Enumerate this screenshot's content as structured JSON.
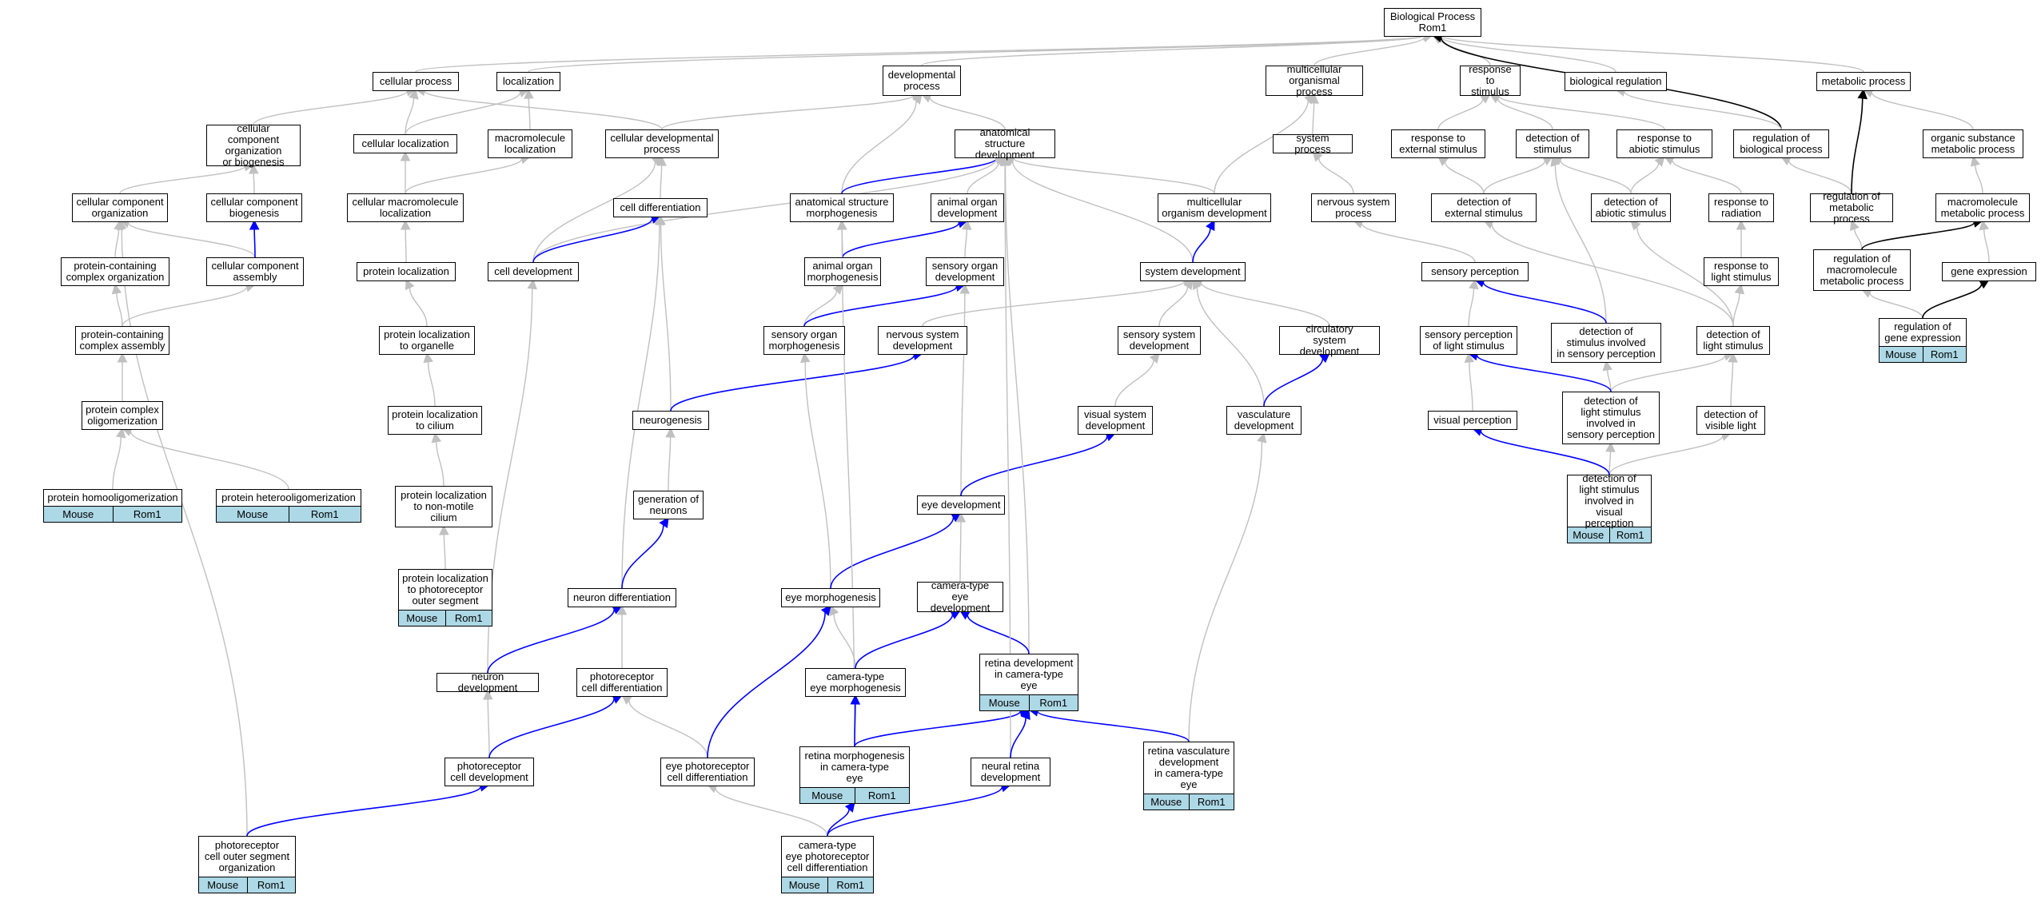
{
  "diagram": {
    "nodes": [
      {
        "id": "bp",
        "label": "Biological Process\nRom1"
      },
      {
        "id": "cp",
        "label": "cellular process"
      },
      {
        "id": "loc",
        "label": "localization"
      },
      {
        "id": "devp",
        "label": "developmental\nprocess"
      },
      {
        "id": "mop",
        "label": "multicellular\norganismal process"
      },
      {
        "id": "rts",
        "label": "response to\nstimulus"
      },
      {
        "id": "breg",
        "label": "biological regulation"
      },
      {
        "id": "mp",
        "label": "metabolic process"
      },
      {
        "id": "ccob",
        "label": "cellular component\norganization\nor biogenesis"
      },
      {
        "id": "cloc",
        "label": "cellular localization"
      },
      {
        "id": "mloc",
        "label": "macromolecule\nlocalization"
      },
      {
        "id": "cdp",
        "label": "cellular developmental\nprocess"
      },
      {
        "id": "asd",
        "label": "anatomical structure\ndevelopment"
      },
      {
        "id": "sysp",
        "label": "system process"
      },
      {
        "id": "rtes",
        "label": "response to\nexternal stimulus"
      },
      {
        "id": "dos",
        "label": "detection of\nstimulus"
      },
      {
        "id": "rtas",
        "label": "response to\nabiotic stimulus"
      },
      {
        "id": "rbp",
        "label": "regulation of\nbiological process"
      },
      {
        "id": "osmp",
        "label": "organic substance\nmetabolic process"
      },
      {
        "id": "cco",
        "label": "cellular component\norganization"
      },
      {
        "id": "ccb",
        "label": "cellular component\nbiogenesis"
      },
      {
        "id": "cml",
        "label": "cellular macromolecule\nlocalization"
      },
      {
        "id": "cdiff",
        "label": "cell differentiation"
      },
      {
        "id": "asm",
        "label": "anatomical structure\nmorphogenesis"
      },
      {
        "id": "aod",
        "label": "animal organ\ndevelopment"
      },
      {
        "id": "mod",
        "label": "multicellular\norganism development"
      },
      {
        "id": "nsp",
        "label": "nervous system\nprocess"
      },
      {
        "id": "does",
        "label": "detection of\nexternal stimulus"
      },
      {
        "id": "doas",
        "label": "detection of\nabiotic stimulus"
      },
      {
        "id": "rtr",
        "label": "response to\nradiation"
      },
      {
        "id": "rmp",
        "label": "regulation of\nmetabolic process"
      },
      {
        "id": "mmp",
        "label": "macromolecule\nmetabolic process"
      },
      {
        "id": "pcco",
        "label": "protein-containing\ncomplex organization"
      },
      {
        "id": "cca",
        "label": "cellular component\nassembly"
      },
      {
        "id": "ploc",
        "label": "protein localization"
      },
      {
        "id": "celld",
        "label": "cell development"
      },
      {
        "id": "aom",
        "label": "animal organ\nmorphogenesis"
      },
      {
        "id": "sod",
        "label": "sensory organ\ndevelopment"
      },
      {
        "id": "sysd",
        "label": "system development"
      },
      {
        "id": "sperc",
        "label": "sensory perception"
      },
      {
        "id": "rtls",
        "label": "response to\nlight stimulus"
      },
      {
        "id": "rmmp",
        "label": "regulation of\nmacromolecule\nmetabolic process"
      },
      {
        "id": "gexp",
        "label": "gene expression"
      },
      {
        "id": "pcca",
        "label": "protein-containing\ncomplex assembly"
      },
      {
        "id": "pltoo",
        "label": "protein localization\nto organelle"
      },
      {
        "id": "som",
        "label": "sensory organ\nmorphogenesis"
      },
      {
        "id": "nsd",
        "label": "nervous system\ndevelopment"
      },
      {
        "id": "ssd",
        "label": "sensory system\ndevelopment"
      },
      {
        "id": "csd",
        "label": "circulatory\nsystem development"
      },
      {
        "id": "spls",
        "label": "sensory perception\nof light stimulus"
      },
      {
        "id": "dsisp",
        "label": "detection of\nstimulus involved\nin sensory perception"
      },
      {
        "id": "dols",
        "label": "detection of\nlight stimulus"
      },
      {
        "id": "rge",
        "label": "regulation of\ngene expression",
        "ann": [
          "Mouse",
          "Rom1"
        ]
      },
      {
        "id": "pco",
        "label": "protein complex\noligomerization"
      },
      {
        "id": "pltc",
        "label": "protein localization\nto cilium"
      },
      {
        "id": "ngen",
        "label": "neurogenesis"
      },
      {
        "id": "vsd",
        "label": "visual system\ndevelopment"
      },
      {
        "id": "vasd",
        "label": "vasculature\ndevelopment"
      },
      {
        "id": "vperc",
        "label": "visual perception"
      },
      {
        "id": "dlsisp",
        "label": "detection of\nlight stimulus\ninvolved in\nsensory perception"
      },
      {
        "id": "dovl",
        "label": "detection of\nvisible light"
      },
      {
        "id": "phomo",
        "label": "protein homooligomerization",
        "ann": [
          "Mouse",
          "Rom1"
        ]
      },
      {
        "id": "phet",
        "label": "protein heterooligomerization",
        "ann": [
          "Mouse",
          "Rom1"
        ]
      },
      {
        "id": "pltnmc",
        "label": "protein localization\nto non-motile\ncilium"
      },
      {
        "id": "gon",
        "label": "generation of\nneurons"
      },
      {
        "id": "eyed",
        "label": "eye development"
      },
      {
        "id": "dlsivp",
        "label": "detection of\nlight stimulus\ninvolved in\nvisual perception",
        "ann": [
          "Mouse",
          "Rom1"
        ]
      },
      {
        "id": "pltpos",
        "label": "protein localization\nto photoreceptor\nouter segment",
        "ann": [
          "Mouse",
          "Rom1"
        ]
      },
      {
        "id": "ndiff",
        "label": "neuron differentiation"
      },
      {
        "id": "eyem",
        "label": "eye morphogenesis"
      },
      {
        "id": "cted",
        "label": "camera-type\neye development"
      },
      {
        "id": "ndev",
        "label": "neuron development"
      },
      {
        "id": "pcdiff",
        "label": "photoreceptor\ncell differentiation"
      },
      {
        "id": "ctem",
        "label": "camera-type\neye morphogenesis"
      },
      {
        "id": "rdcte",
        "label": "retina development\nin camera-type\neye",
        "ann": [
          "Mouse",
          "Rom1"
        ]
      },
      {
        "id": "pcdev",
        "label": "photoreceptor\ncell development"
      },
      {
        "id": "epcd",
        "label": "eye photoreceptor\ncell differentiation"
      },
      {
        "id": "rmcte",
        "label": "retina morphogenesis\nin camera-type\neye",
        "ann": [
          "Mouse",
          "Rom1"
        ]
      },
      {
        "id": "nrd",
        "label": "neural retina\ndevelopment"
      },
      {
        "id": "rvd",
        "label": "retina vasculature\ndevelopment\nin camera-type\neye",
        "ann": [
          "Mouse",
          "Rom1"
        ]
      },
      {
        "id": "pcoso",
        "label": "photoreceptor\ncell outer segment\norganization",
        "ann": [
          "Mouse",
          "Rom1"
        ]
      },
      {
        "id": "ctepcd",
        "label": "camera-type\neye photoreceptor\ncell differentiation",
        "ann": [
          "Mouse",
          "Rom1"
        ]
      }
    ],
    "edges": [
      {
        "from": "cp",
        "to": "bp",
        "kind": "is_a"
      },
      {
        "from": "loc",
        "to": "bp",
        "kind": "is_a"
      },
      {
        "from": "devp",
        "to": "bp",
        "kind": "is_a"
      },
      {
        "from": "mop",
        "to": "bp",
        "kind": "is_a"
      },
      {
        "from": "rts",
        "to": "bp",
        "kind": "is_a"
      },
      {
        "from": "breg",
        "to": "bp",
        "kind": "is_a"
      },
      {
        "from": "mp",
        "to": "bp",
        "kind": "is_a"
      },
      {
        "from": "rbp",
        "to": "bp",
        "kind": "regulates"
      },
      {
        "from": "ccob",
        "to": "cp",
        "kind": "is_a"
      },
      {
        "from": "cloc",
        "to": "loc",
        "kind": "is_a"
      },
      {
        "from": "cloc",
        "to": "cp",
        "kind": "is_a"
      },
      {
        "from": "mloc",
        "to": "loc",
        "kind": "is_a"
      },
      {
        "from": "cdp",
        "to": "cp",
        "kind": "is_a"
      },
      {
        "from": "cdp",
        "to": "devp",
        "kind": "is_a"
      },
      {
        "from": "asd",
        "to": "devp",
        "kind": "is_a"
      },
      {
        "from": "sysp",
        "to": "mop",
        "kind": "is_a"
      },
      {
        "from": "rtes",
        "to": "rts",
        "kind": "is_a"
      },
      {
        "from": "dos",
        "to": "rts",
        "kind": "is_a"
      },
      {
        "from": "rtas",
        "to": "rts",
        "kind": "is_a"
      },
      {
        "from": "rbp",
        "to": "breg",
        "kind": "is_a"
      },
      {
        "from": "osmp",
        "to": "mp",
        "kind": "is_a"
      },
      {
        "from": "cco",
        "to": "ccob",
        "kind": "is_a"
      },
      {
        "from": "ccb",
        "to": "ccob",
        "kind": "is_a"
      },
      {
        "from": "cml",
        "to": "cloc",
        "kind": "is_a"
      },
      {
        "from": "cml",
        "to": "mloc",
        "kind": "is_a"
      },
      {
        "from": "cdiff",
        "to": "cdp",
        "kind": "is_a"
      },
      {
        "from": "asm",
        "to": "devp",
        "kind": "is_a"
      },
      {
        "from": "asm",
        "to": "asd",
        "kind": "part_of"
      },
      {
        "from": "aod",
        "to": "asd",
        "kind": "is_a"
      },
      {
        "from": "mod",
        "to": "asd",
        "kind": "is_a"
      },
      {
        "from": "mod",
        "to": "mop",
        "kind": "is_a"
      },
      {
        "from": "nsp",
        "to": "sysp",
        "kind": "is_a"
      },
      {
        "from": "does",
        "to": "rtes",
        "kind": "is_a"
      },
      {
        "from": "does",
        "to": "dos",
        "kind": "is_a"
      },
      {
        "from": "doas",
        "to": "dos",
        "kind": "is_a"
      },
      {
        "from": "doas",
        "to": "rtas",
        "kind": "is_a"
      },
      {
        "from": "rtr",
        "to": "rtas",
        "kind": "is_a"
      },
      {
        "from": "rmp",
        "to": "rbp",
        "kind": "is_a"
      },
      {
        "from": "rmp",
        "to": "mp",
        "kind": "regulates"
      },
      {
        "from": "mmp",
        "to": "osmp",
        "kind": "is_a"
      },
      {
        "from": "pcco",
        "to": "cco",
        "kind": "is_a"
      },
      {
        "from": "cca",
        "to": "cco",
        "kind": "is_a"
      },
      {
        "from": "cca",
        "to": "ccb",
        "kind": "part_of"
      },
      {
        "from": "ploc",
        "to": "cml",
        "kind": "is_a"
      },
      {
        "from": "celld",
        "to": "cdp",
        "kind": "is_a"
      },
      {
        "from": "celld",
        "to": "asd",
        "kind": "is_a"
      },
      {
        "from": "celld",
        "to": "cdiff",
        "kind": "part_of"
      },
      {
        "from": "aom",
        "to": "asm",
        "kind": "is_a"
      },
      {
        "from": "aom",
        "to": "aod",
        "kind": "part_of"
      },
      {
        "from": "sod",
        "to": "aod",
        "kind": "is_a"
      },
      {
        "from": "sysd",
        "to": "asd",
        "kind": "is_a"
      },
      {
        "from": "sysd",
        "to": "mod",
        "kind": "part_of"
      },
      {
        "from": "sperc",
        "to": "nsp",
        "kind": "is_a"
      },
      {
        "from": "rtls",
        "to": "rtr",
        "kind": "is_a"
      },
      {
        "from": "rmmp",
        "to": "rmp",
        "kind": "is_a"
      },
      {
        "from": "rmmp",
        "to": "mmp",
        "kind": "regulates"
      },
      {
        "from": "gexp",
        "to": "mmp",
        "kind": "is_a"
      },
      {
        "from": "pcca",
        "to": "pcco",
        "kind": "is_a"
      },
      {
        "from": "pcca",
        "to": "cca",
        "kind": "is_a"
      },
      {
        "from": "pltoo",
        "to": "ploc",
        "kind": "is_a"
      },
      {
        "from": "som",
        "to": "aom",
        "kind": "is_a"
      },
      {
        "from": "som",
        "to": "sod",
        "kind": "part_of"
      },
      {
        "from": "nsd",
        "to": "sysd",
        "kind": "is_a"
      },
      {
        "from": "ssd",
        "to": "sysd",
        "kind": "is_a"
      },
      {
        "from": "csd",
        "to": "sysd",
        "kind": "is_a"
      },
      {
        "from": "spls",
        "to": "sperc",
        "kind": "is_a"
      },
      {
        "from": "dsisp",
        "to": "dos",
        "kind": "is_a"
      },
      {
        "from": "dsisp",
        "to": "sperc",
        "kind": "part_of"
      },
      {
        "from": "dols",
        "to": "doas",
        "kind": "is_a"
      },
      {
        "from": "dols",
        "to": "rtls",
        "kind": "is_a"
      },
      {
        "from": "dols",
        "to": "does",
        "kind": "is_a"
      },
      {
        "from": "rge",
        "to": "rmmp",
        "kind": "is_a"
      },
      {
        "from": "rge",
        "to": "gexp",
        "kind": "regulates"
      },
      {
        "from": "pco",
        "to": "pcca",
        "kind": "is_a"
      },
      {
        "from": "pltc",
        "to": "pltoo",
        "kind": "is_a"
      },
      {
        "from": "ngen",
        "to": "cdiff",
        "kind": "is_a"
      },
      {
        "from": "ngen",
        "to": "nsd",
        "kind": "part_of"
      },
      {
        "from": "vsd",
        "to": "ssd",
        "kind": "is_a"
      },
      {
        "from": "vasd",
        "to": "sysd",
        "kind": "is_a"
      },
      {
        "from": "vasd",
        "to": "csd",
        "kind": "part_of"
      },
      {
        "from": "vperc",
        "to": "spls",
        "kind": "is_a"
      },
      {
        "from": "dlsisp",
        "to": "dsisp",
        "kind": "is_a"
      },
      {
        "from": "dlsisp",
        "to": "dols",
        "kind": "is_a"
      },
      {
        "from": "dlsisp",
        "to": "spls",
        "kind": "part_of"
      },
      {
        "from": "dovl",
        "to": "dols",
        "kind": "is_a"
      },
      {
        "from": "phomo",
        "to": "pco",
        "kind": "is_a"
      },
      {
        "from": "phet",
        "to": "pco",
        "kind": "is_a"
      },
      {
        "from": "pltnmc",
        "to": "pltc",
        "kind": "is_a"
      },
      {
        "from": "gon",
        "to": "ngen",
        "kind": "is_a"
      },
      {
        "from": "eyed",
        "to": "sod",
        "kind": "is_a"
      },
      {
        "from": "eyed",
        "to": "vsd",
        "kind": "part_of"
      },
      {
        "from": "dlsivp",
        "to": "dlsisp",
        "kind": "is_a"
      },
      {
        "from": "dlsivp",
        "to": "dovl",
        "kind": "is_a"
      },
      {
        "from": "dlsivp",
        "to": "vperc",
        "kind": "part_of"
      },
      {
        "from": "pltpos",
        "to": "pltnmc",
        "kind": "is_a"
      },
      {
        "from": "ndiff",
        "to": "cdiff",
        "kind": "is_a"
      },
      {
        "from": "ndiff",
        "to": "gon",
        "kind": "part_of"
      },
      {
        "from": "eyem",
        "to": "som",
        "kind": "is_a"
      },
      {
        "from": "eyem",
        "to": "eyed",
        "kind": "part_of"
      },
      {
        "from": "cted",
        "to": "eyed",
        "kind": "is_a"
      },
      {
        "from": "ndev",
        "to": "celld",
        "kind": "is_a"
      },
      {
        "from": "ndev",
        "to": "ndiff",
        "kind": "part_of"
      },
      {
        "from": "pcdiff",
        "to": "ndiff",
        "kind": "is_a"
      },
      {
        "from": "ctem",
        "to": "eyem",
        "kind": "is_a"
      },
      {
        "from": "ctem",
        "to": "cted",
        "kind": "part_of"
      },
      {
        "from": "rdcte",
        "to": "asd",
        "kind": "is_a"
      },
      {
        "from": "rdcte",
        "to": "cted",
        "kind": "part_of"
      },
      {
        "from": "pcdev",
        "to": "ndev",
        "kind": "is_a"
      },
      {
        "from": "pcdev",
        "to": "pcdiff",
        "kind": "part_of"
      },
      {
        "from": "epcd",
        "to": "pcdiff",
        "kind": "is_a"
      },
      {
        "from": "epcd",
        "to": "eyem",
        "kind": "part_of"
      },
      {
        "from": "rmcte",
        "to": "asm",
        "kind": "is_a"
      },
      {
        "from": "rmcte",
        "to": "ctem",
        "kind": "part_of"
      },
      {
        "from": "rmcte",
        "to": "rdcte",
        "kind": "part_of"
      },
      {
        "from": "nrd",
        "to": "asd",
        "kind": "is_a"
      },
      {
        "from": "nrd",
        "to": "rdcte",
        "kind": "part_of"
      },
      {
        "from": "rvd",
        "to": "vasd",
        "kind": "is_a"
      },
      {
        "from": "rvd",
        "to": "rdcte",
        "kind": "part_of"
      },
      {
        "from": "pcoso",
        "to": "cco",
        "kind": "is_a"
      },
      {
        "from": "pcoso",
        "to": "pcdev",
        "kind": "part_of"
      },
      {
        "from": "ctepcd",
        "to": "epcd",
        "kind": "is_a"
      },
      {
        "from": "ctepcd",
        "to": "rmcte",
        "kind": "part_of"
      },
      {
        "from": "ctepcd",
        "to": "nrd",
        "kind": "part_of"
      }
    ],
    "colors": {
      "is_a": "#c0c0c0",
      "part_of": "#0000ff",
      "regulates": "#000000",
      "annotation_fill": "#add8e6"
    }
  }
}
